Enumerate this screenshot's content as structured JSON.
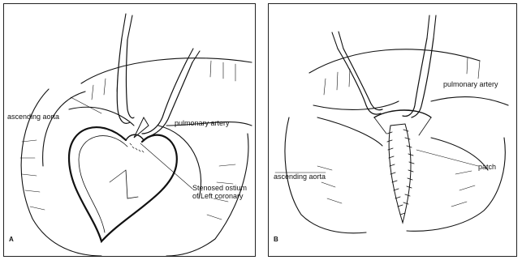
{
  "panel_a": {
    "letter": "A",
    "labels": {
      "ascending_aorta": "ascending aorta",
      "pulmonary_artery": "pulmonary artery",
      "stenosed_line1": "Stenosed ostium",
      "stenosed_line2": "of Left coronary"
    }
  },
  "panel_b": {
    "letter": "B",
    "labels": {
      "pulmonary_artery": "pulmonary artery",
      "ascending_aorta": "ascending aorta",
      "patch": "patch"
    }
  }
}
